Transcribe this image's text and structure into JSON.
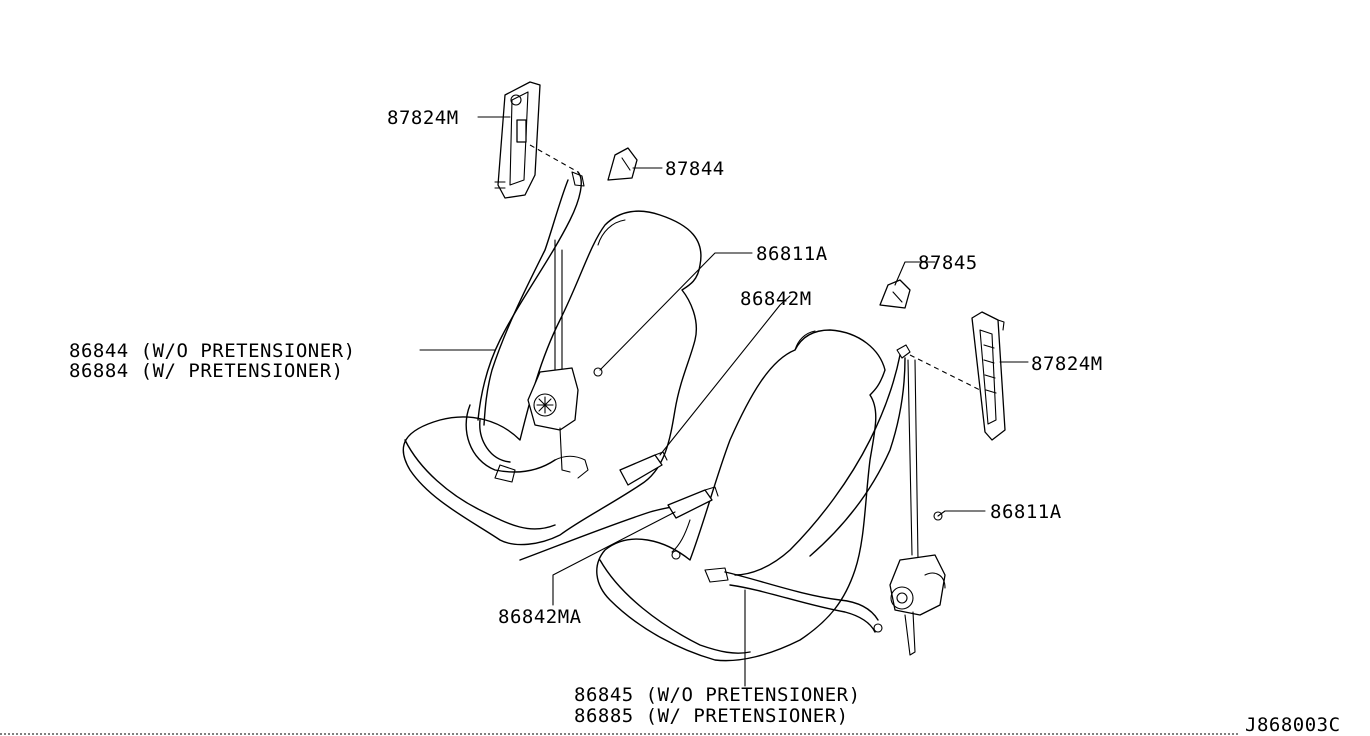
{
  "labels": {
    "l_87824m_top": "87824M",
    "l_87844": "87844",
    "l_86811a_top": "86811A",
    "l_87845": "87845",
    "l_86842m": "86842M",
    "l_87824m_right": "87824M",
    "l_86844": "86844 (W/O PRETENSIONER)",
    "l_86884": "86884 (W/ PRETENSIONER)",
    "l_86811a_right": "86811A",
    "l_86842ma": "86842MA",
    "l_86845": "86845 (W/O PRETENSIONER)",
    "l_86885": "86885 (W/ PRETENSIONER)",
    "l_code": "J868003C"
  }
}
